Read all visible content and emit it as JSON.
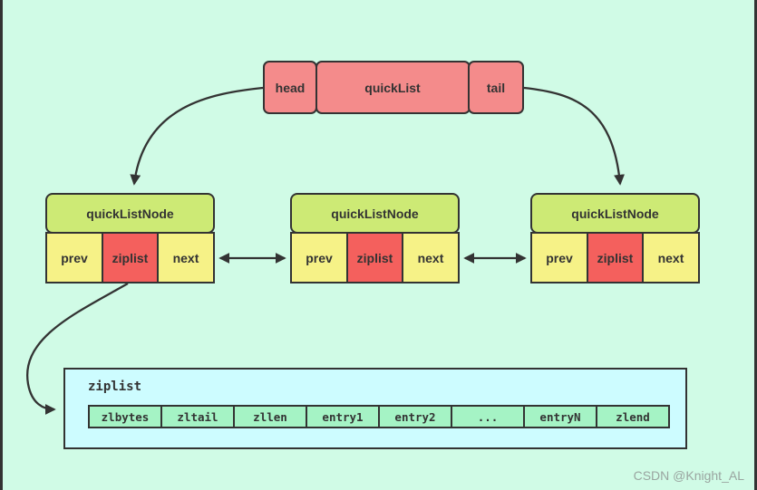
{
  "colors": {
    "background": "#d0fbe6",
    "line": "#333333",
    "text": "#333333",
    "salmon": "#f48b8b",
    "green-header": "#cdea75",
    "yellow": "#f6f287",
    "red": "#f4605d",
    "cyan": "#cdfcff",
    "cell-green": "#a5f3c5",
    "watermark": "#9aa5a0"
  },
  "quicklist": {
    "head": "head",
    "title": "quickList",
    "tail": "tail"
  },
  "nodes": [
    {
      "header": "quickListNode",
      "prev": "prev",
      "ziplist": "ziplist",
      "next": "next"
    },
    {
      "header": "quickListNode",
      "prev": "prev",
      "ziplist": "ziplist",
      "next": "next"
    },
    {
      "header": "quickListNode",
      "prev": "prev",
      "ziplist": "ziplist",
      "next": "next"
    }
  ],
  "ziplist": {
    "label": "ziplist",
    "cells": [
      "zlbytes",
      "zltail",
      "zllen",
      "entry1",
      "entry2",
      "...",
      "entryN",
      "zlend"
    ]
  },
  "watermark": "CSDN @Knight_AL"
}
